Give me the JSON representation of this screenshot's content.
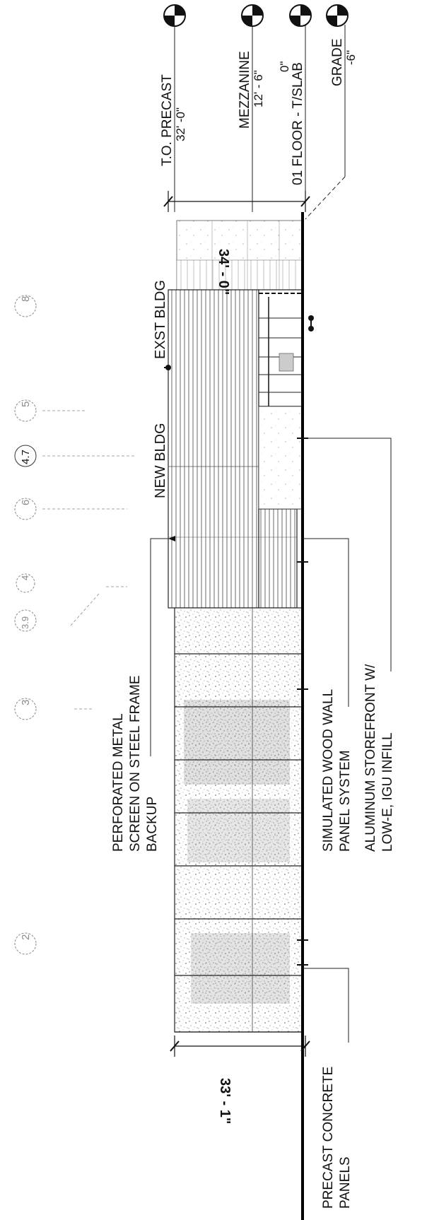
{
  "levels": [
    {
      "name": "T.O. PRECAST",
      "elevation": "32' -0\""
    },
    {
      "name": "MEZZANINE",
      "elevation": "12' - 6\""
    },
    {
      "name": "01 FLOOR - T/SLAB",
      "elevation": "0\""
    },
    {
      "name": "GRADE",
      "elevation": "-6\""
    }
  ],
  "dimensions": {
    "existing_height": "34' - 0\"",
    "new_height": "33' - 1\""
  },
  "building_labels": {
    "new": "NEW BLDG",
    "existing": "EXST BLDG"
  },
  "grid_bubbles": [
    "8",
    "5",
    "4.7",
    "6",
    "4",
    "3.9",
    "3",
    "2"
  ],
  "annotations": {
    "perforated": [
      "PERFORATED METAL",
      "SCREEN ON STEEL FRAME",
      "BACKUP"
    ],
    "wood": [
      "SIMULATED WOOD WALL",
      "PANEL SYSTEM"
    ],
    "storefront": [
      "ALUMINUM STOREFRONT W/",
      "LOW-E, IGU INFILL"
    ],
    "precast": [
      "PRECAST CONCRETE",
      "PANELS"
    ]
  }
}
